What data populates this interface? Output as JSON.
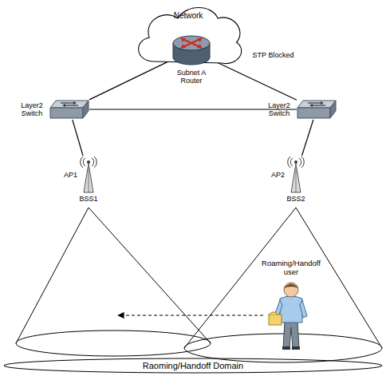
{
  "diagram": {
    "nodes": [
      {
        "text": [
          "Network"
        ]
      },
      {
        "text": [
          "Subnet A Router"
        ]
      },
      {
        "text": [
          "Layer2 Switch"
        ]
      },
      {
        "text": [
          "Layer2 Switch"
        ]
      },
      {
        "text": [
          "AP1",
          "BSS1"
        ]
      },
      {
        "text": [
          "AP2",
          "BSS2"
        ]
      },
      {
        "text": [
          "Roaming/Handoff user"
        ]
      },
      {
        "text": [
          "Raoming/Handoff Domain"
        ]
      }
    ],
    "edges": [
      {
        "from": 1,
        "to": 2,
        "arrow": "none"
      },
      {
        "from": 1,
        "to": 3,
        "label": "STP Blocked",
        "arrow": "none"
      },
      {
        "from": 2,
        "to": 3,
        "arrow": "none"
      },
      {
        "from": 2,
        "to": 4,
        "arrow": "none"
      },
      {
        "from": 3,
        "to": 5,
        "arrow": "none"
      }
    ]
  }
}
